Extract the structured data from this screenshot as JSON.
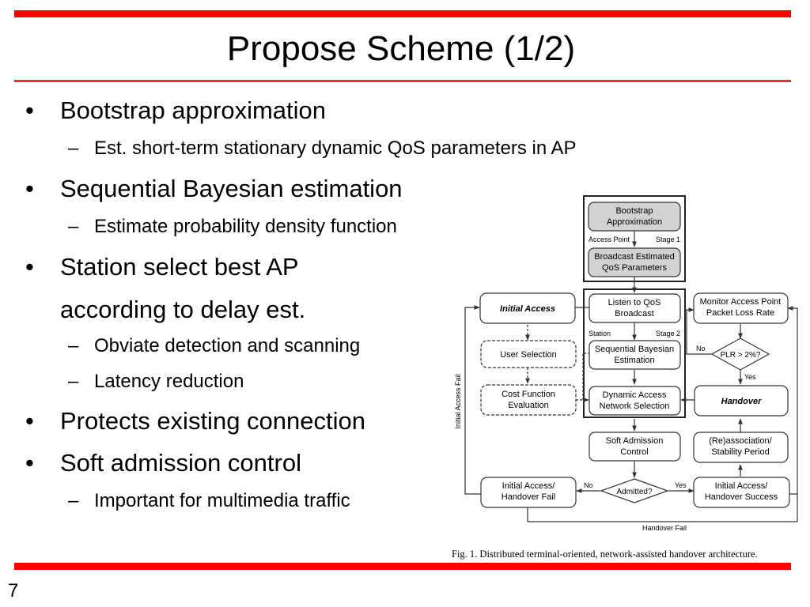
{
  "slide": {
    "title": "Propose Scheme (1/2)",
    "page_number": "7",
    "bullets": [
      {
        "text": "Bootstrap approximation"
      },
      {
        "text": "Sequential Bayesian estimation"
      },
      {
        "text": "Station select best AP",
        "continuation": "according to delay est."
      },
      {
        "text": "Protects existing connection"
      },
      {
        "text": "Soft admission control"
      }
    ],
    "sub_bullets": [
      "Est. short-term stationary dynamic QoS parameters in AP",
      "Estimate probability density function",
      "Obviate detection and scanning",
      "Latency reduction",
      "Important for multimedia traffic"
    ],
    "bullet_symbol": "•",
    "dash_symbol": "–"
  },
  "diagram": {
    "nodes": {
      "bootstrap": [
        "Bootstrap",
        "Approximation"
      ],
      "broadcast_estimated": [
        "Broadcast Estimated",
        "QoS Parameters"
      ],
      "listen": [
        "Listen to QoS",
        "Broadcast"
      ],
      "sequential": [
        "Sequential Bayesian",
        "Estimation"
      ],
      "dynamic_access": [
        "Dynamic Access",
        "Network Selection"
      ],
      "initial_access": "Initial Access",
      "user_selection": "User Selection",
      "cost_function": [
        "Cost Function",
        "Evaluation"
      ],
      "monitor": [
        "Monitor Access Point",
        "Packet Loss Rate"
      ],
      "plr": "PLR > 2%?",
      "handover": "Handover",
      "soft_admission": [
        "Soft Admission",
        "Control"
      ],
      "reassociation": [
        "(Re)association/",
        "Stability Period"
      ],
      "admitted": "Admitted?",
      "fail": [
        "Initial Access/",
        "Handover Fail"
      ],
      "success": [
        "Initial Access/",
        "Handover Success"
      ]
    },
    "labels": {
      "access_point": "Access Point",
      "stage1": "Stage 1",
      "station": "Station",
      "stage2": "Stage 2",
      "no": "No",
      "yes": "Yes",
      "initial_access_fail": "Initial Access Fail",
      "handover_fail": "Handover Fail"
    },
    "caption": "Fig. 1.   Distributed terminal-oriented, network-assisted handover architecture."
  }
}
